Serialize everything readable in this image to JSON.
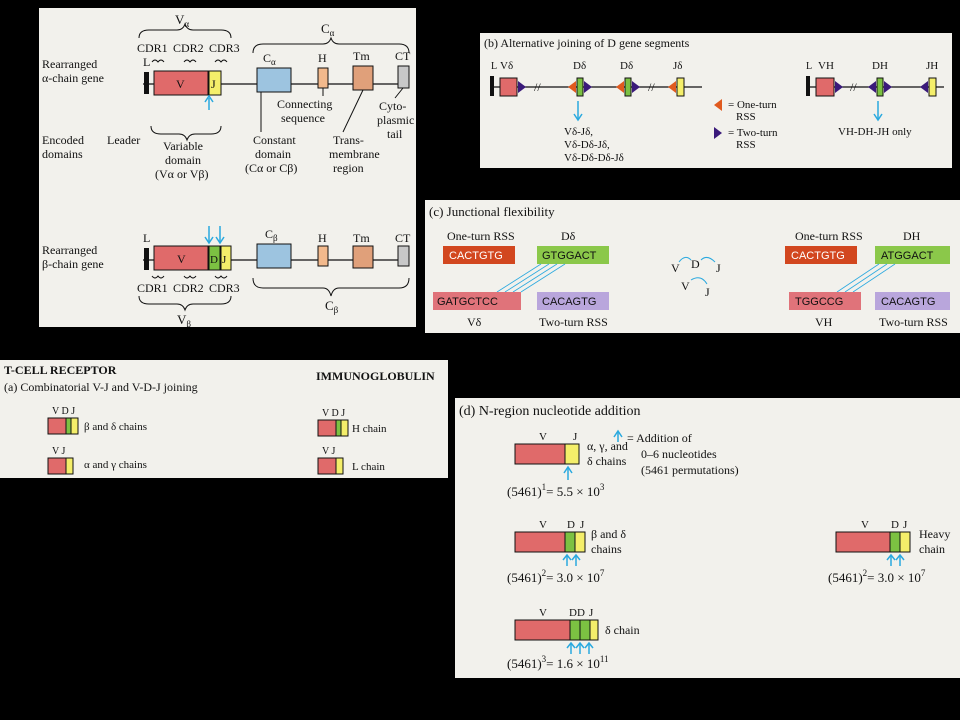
{
  "colors": {
    "v": "#e06a6a",
    "d": "#7cc142",
    "j": "#f4ee6a",
    "c": "#9dc4e0",
    "h": "#f2b98c",
    "tm": "#e0a07a",
    "ct": "#c8c8c8",
    "one_turn": "#e05a1e",
    "two_turn": "#3a1a7a",
    "arrow": "#2aa9df",
    "rss_one": "#d2471f",
    "rss_d": "#8bc84a",
    "rss_two": "#b9a6dc",
    "rss_v": "#e0737a"
  },
  "panel_top_left": {
    "va_label": "V",
    "va_sub": "α",
    "ca_label": "C",
    "ca_sub": "α",
    "cdr1": "CDR1",
    "cdr2": "CDR2",
    "cdr3": "CDR3",
    "rearranged_alpha_1": "Rearranged",
    "rearranged_alpha_2": "α-chain gene",
    "L": "L",
    "V": "V",
    "J": "J",
    "C_alpha": "C",
    "C_alpha_sub": "α",
    "H": "H",
    "Tm": "Tm",
    "CT": "CT",
    "encoded_1": "Encoded",
    "encoded_2": "domains",
    "leader": "Leader",
    "variable_1": "Variable",
    "variable_2": "domain",
    "variable_3": "(Vα or Vβ)",
    "connecting_1": "Connecting",
    "connecting_2": "sequence",
    "constant_1": "Constant",
    "constant_2": "domain",
    "constant_3": "(Cα or Cβ)",
    "trans_1": "Trans-",
    "trans_2": "membrane",
    "trans_3": "region",
    "cyto_1": "Cyto-",
    "cyto_2": "plasmic",
    "cyto_3": "tail",
    "rearranged_beta_1": "Rearranged",
    "rearranged_beta_2": "β-chain gene",
    "D": "D",
    "C_beta": "C",
    "C_beta_sub": "β",
    "cb_brace_label": "C",
    "cb_brace_sub": "β",
    "vb_label": "V",
    "vb_sub": "β"
  },
  "panel_b": {
    "title": "(b) Alternative joining of D gene segments",
    "L": "L",
    "v_delta": "Vδ",
    "d_delta": "Dδ",
    "j_delta": "Jδ",
    "v_h": "VH",
    "d_h": "DH",
    "j_h": "JH",
    "legend_one": "= One-turn",
    "legend_one_2": "RSS",
    "legend_two": "= Two-turn",
    "legend_two_2": "RSS",
    "joins": [
      "Vδ-Jδ,",
      "Vδ-Dδ-Jδ,",
      "Vδ-Dδ-Dδ-Jδ"
    ],
    "vh_only": "VH-DH-JH only"
  },
  "panel_c": {
    "title": "(c) Junctional flexibility",
    "one_turn_rss": "One-turn RSS",
    "d_delta": "Dδ",
    "d_h": "DH",
    "left_rss_one": "CACTGTG",
    "left_d": "GTGGACT",
    "left_v": "GATGCTCC",
    "left_rss_two": "CACAGTG",
    "right_rss_one": "CACTGTG",
    "right_d": "ATGGACT",
    "right_v": "TGGCCG",
    "right_rss_two": "CACAGTG",
    "v_delta": "Vδ",
    "v_h": "VH",
    "two_turn_rss": "Two-turn RSS",
    "mid_v": "V",
    "mid_d": "D",
    "mid_j": "J",
    "mid_v2": "V",
    "mid_j2": "J"
  },
  "panel_a": {
    "tcr": "T-CELL RECEPTOR",
    "title": "(a) Combinatorial V-J and V-D-J joining",
    "immuno": "IMMUNOGLOBULIN",
    "vdj": "V D J",
    "vj": "V  J",
    "beta_delta": "β and δ chains",
    "alpha_gamma": "α and γ chains",
    "h_chain": "H chain",
    "l_chain": "L chain"
  },
  "panel_d": {
    "title": "(d) N-region nucleotide addition",
    "legend_1": "= Addition of",
    "legend_2": "0–6 nucleotides",
    "legend_3": "(5461 permutations)",
    "r1_labels": "V                J",
    "r1_chains_1": "α, γ, and",
    "r1_chains_2": "δ chains",
    "r1_formula": "(5461)",
    "r1_exp": "1",
    "r1_result": "= 5.5 × 10",
    "r1_result_exp": "3",
    "r2_chains_1": "β and δ",
    "r2_chains_2": "chains",
    "r2_formula": "(5461)",
    "r2_exp": "2",
    "r2_result": "= 3.0 × 10",
    "r2_result_exp": "7",
    "r3_chains_1": "Heavy",
    "r3_chains_2": "chain",
    "r3_formula": "(5461)",
    "r3_exp": "2",
    "r3_result": "= 3.0 × 10",
    "r3_result_exp": "7",
    "r4_chains": "δ chain",
    "r4_formula": "(5461)",
    "r4_exp": "3",
    "r4_result": "= 1.6 × 10",
    "r4_result_exp": "11",
    "V": "V",
    "D": "D",
    "J": "J",
    "DD": "DD"
  }
}
